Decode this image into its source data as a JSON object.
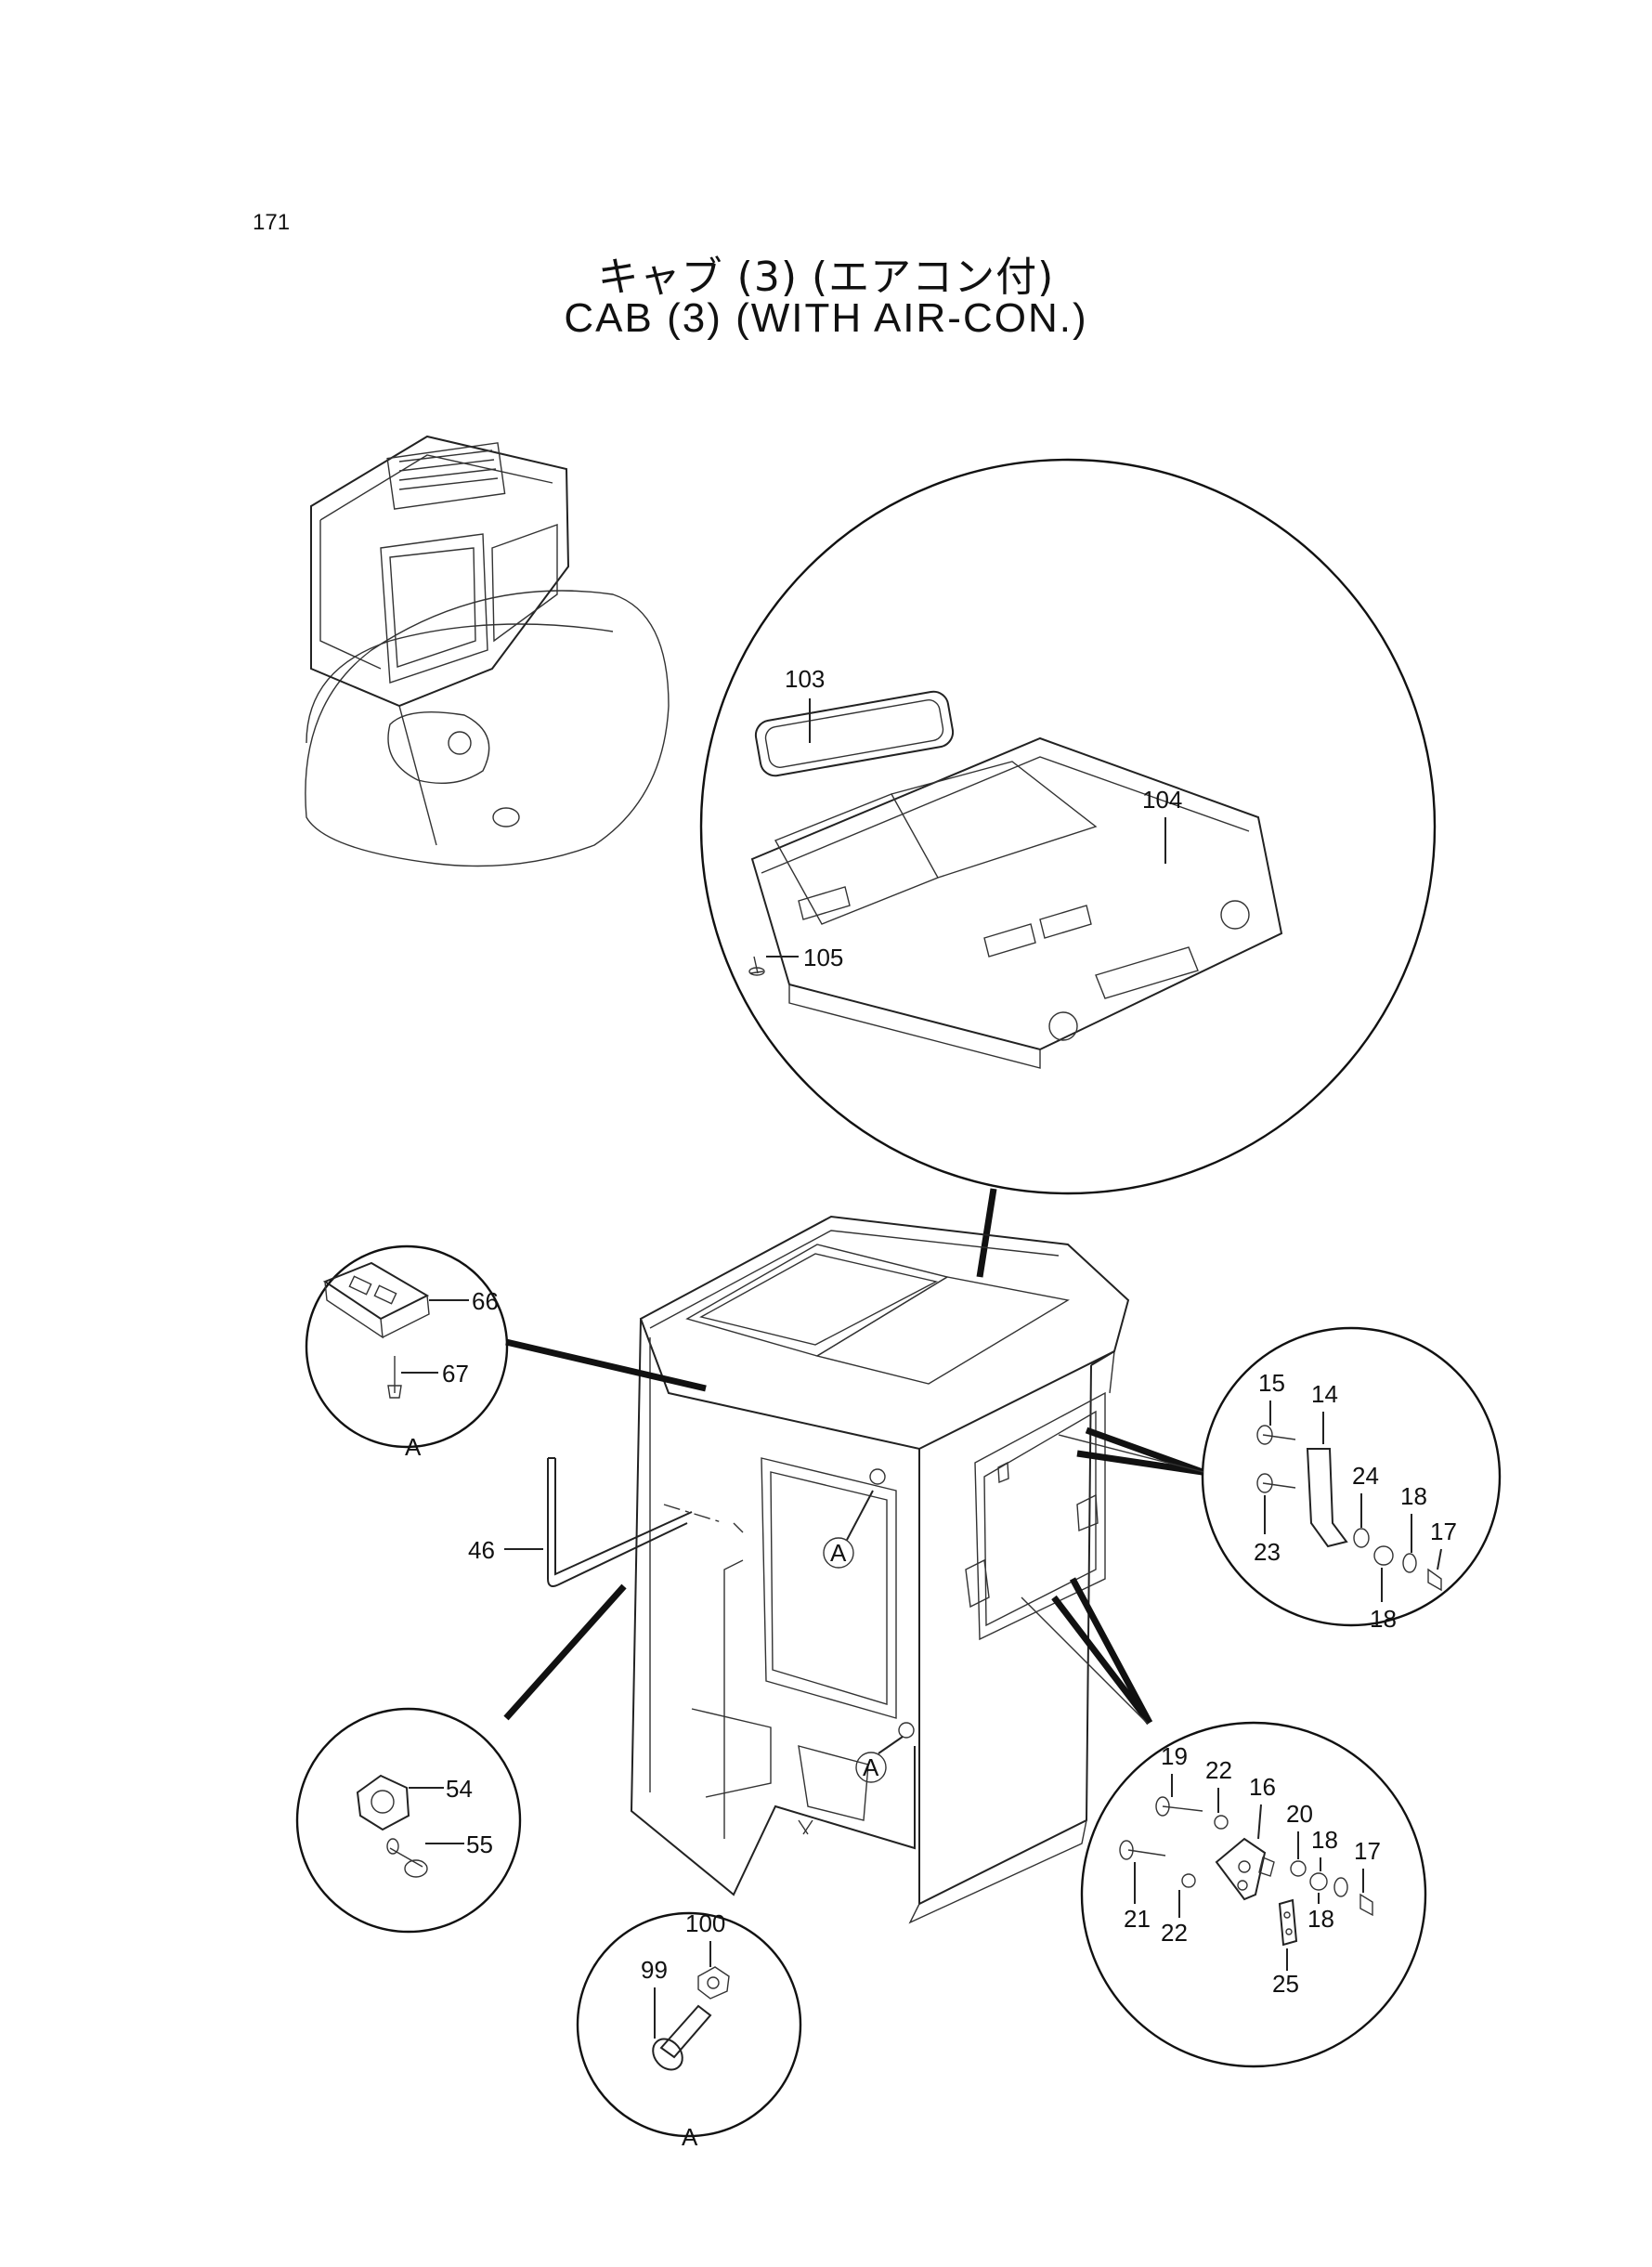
{
  "page_number": "171",
  "title_jp": "キャブ (3) (エアコン付)",
  "title_en": "CAB (3) (WITH AIR-CON.)",
  "labels": {
    "l103": "103",
    "l104": "104",
    "l105": "105",
    "l66": "66",
    "l67": "67",
    "view_a1": "A",
    "l46": "46",
    "l15": "15",
    "l14": "14",
    "l24": "24",
    "l18a": "18",
    "l17a": "17",
    "l23": "23",
    "l18b": "18",
    "l54": "54",
    "l55": "55",
    "l100": "100",
    "l99": "99",
    "view_a2": "A",
    "l19": "19",
    "l22a": "22",
    "l16": "16",
    "l20": "20",
    "l18c": "18",
    "l17b": "17",
    "l21": "21",
    "l22b": "22",
    "l18d": "18",
    "l25": "25",
    "ref_a1": "A",
    "ref_a2": "A"
  }
}
